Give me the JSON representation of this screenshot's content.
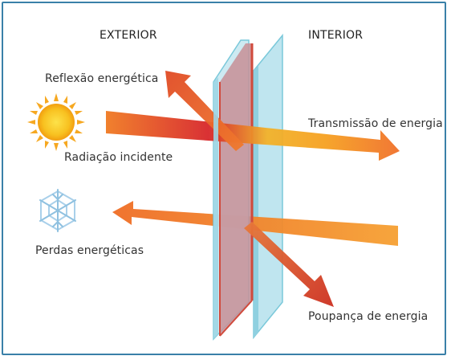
{
  "labels": {
    "exterior": "EXTERIOR",
    "interior": "INTERIOR",
    "reflection": "Reflexão energética",
    "incident": "Radiação incidente",
    "transmission": "Transmissão de energia",
    "losses": "Perdas energéticas",
    "savings": "Poupança de energia"
  },
  "icons": {
    "sun": "sun-icon",
    "cold": "snowflake-icon"
  },
  "colors": {
    "frame": "#3a80a8",
    "glass": "#a8dcea",
    "glass_edge": "#6cc3d6",
    "inner_pane": "#c98f96",
    "pane_edge": "#d04a3c",
    "arrow_orange": "#ef7a2a",
    "arrow_red": "#d33a2c",
    "sun": "#f7b514",
    "snowflake": "#9cc9e4"
  }
}
